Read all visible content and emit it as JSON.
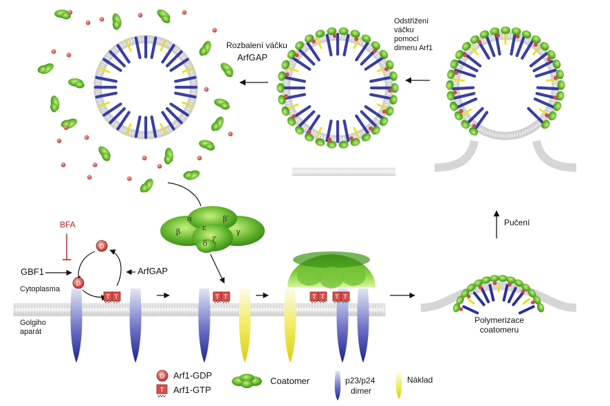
{
  "labels": {
    "uncoating": "Rozbalení váčku",
    "arfgap_top": "ArfGAP",
    "scission_1": "Odstřižení",
    "scission_2": "váčku",
    "scission_3": "pomocí",
    "scission_4": "dimeru Arf1",
    "budding": "Pučení",
    "polymerization_1": "Polymerizace",
    "polymerization_2": "coatomeru",
    "bfa": "BFA",
    "gbf1": "GBF1",
    "arfgap_cycle": "ArfGAP",
    "cytoplasm": "Cytoplasma",
    "golgi_1": "Golgiho",
    "golgi_2": "aparát"
  },
  "subunits": [
    "α",
    "ε",
    "β′",
    "β",
    "γ",
    "δ",
    "ζ"
  ],
  "glyphs": {
    "gdp": "D",
    "gtp": "T"
  },
  "legend": {
    "gdp": "Arf1-GDP",
    "gtp": "Arf1-GTP",
    "coatomer": "Coatomer",
    "dimer_1": "p23/p24",
    "dimer_2": "dimer",
    "cargo": "Náklad"
  },
  "colors": {
    "coat_green": "#3f9a1e",
    "coat_light": "#8fd13f",
    "dimer_blue": "#2a2f9a",
    "cargo_yellow": "#e8e21a",
    "arf_red": "#d9504a",
    "membrane": "#d6d6d6",
    "inhibit_red": "#b21e1e"
  }
}
